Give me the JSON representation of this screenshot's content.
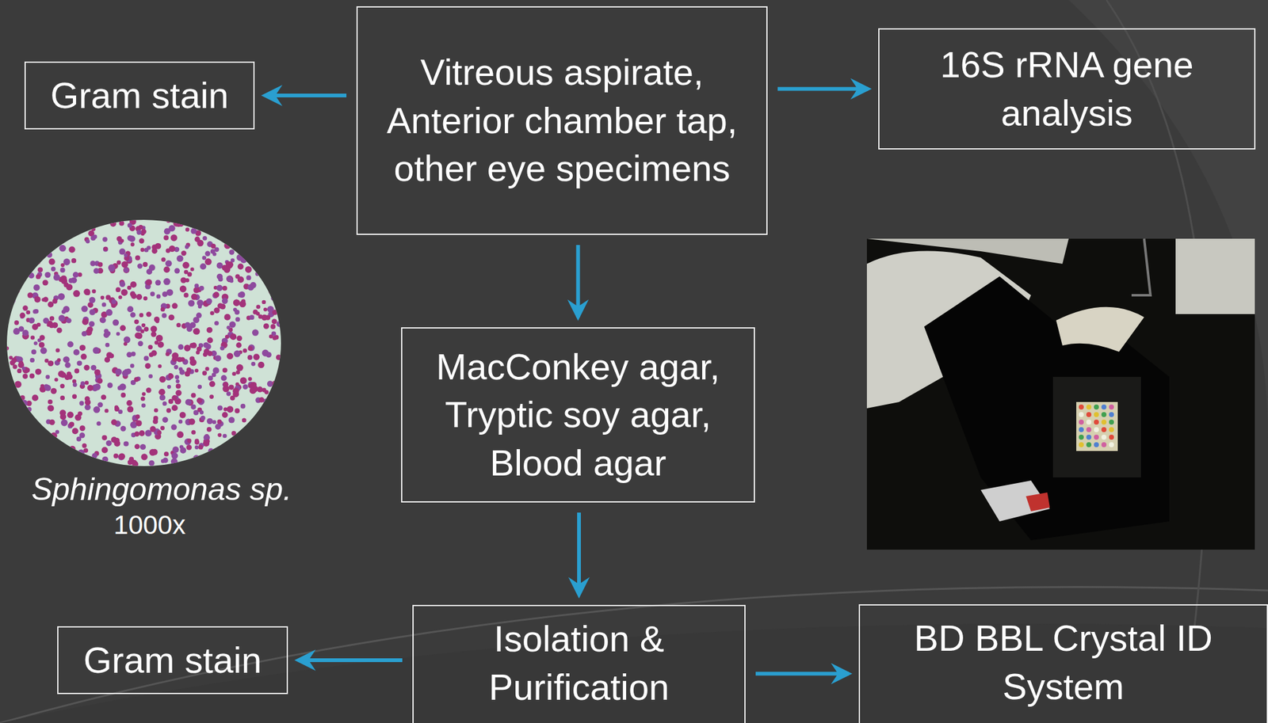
{
  "diagram": {
    "nodes": [
      {
        "text": [
          "Gram stain"
        ]
      },
      {
        "text": [
          "Vitreous aspirate, Anterior chamber tap, other eye specimens"
        ]
      },
      {
        "text": [
          "16S rRNA gene analysis"
        ]
      },
      {
        "text": [
          "MacConkey agar, Tryptic soy agar, Blood agar"
        ]
      },
      {
        "text": [
          "Gram stain"
        ]
      },
      {
        "text": [
          "Isolation & Purification"
        ]
      },
      {
        "text": [
          "BD BBL Crystal ID System"
        ]
      }
    ],
    "edges": [
      {
        "from": 1,
        "to": 0,
        "arrow": "to"
      },
      {
        "from": 1,
        "to": 2,
        "arrow": "to"
      },
      {
        "from": 1,
        "to": 3,
        "arrow": "to"
      },
      {
        "from": 3,
        "to": 5,
        "arrow": "to"
      },
      {
        "from": 5,
        "to": 4,
        "arrow": "to"
      },
      {
        "from": 5,
        "to": 6,
        "arrow": "to"
      }
    ],
    "labels": [
      "Sphingomonas sp.",
      "1000x"
    ]
  }
}
